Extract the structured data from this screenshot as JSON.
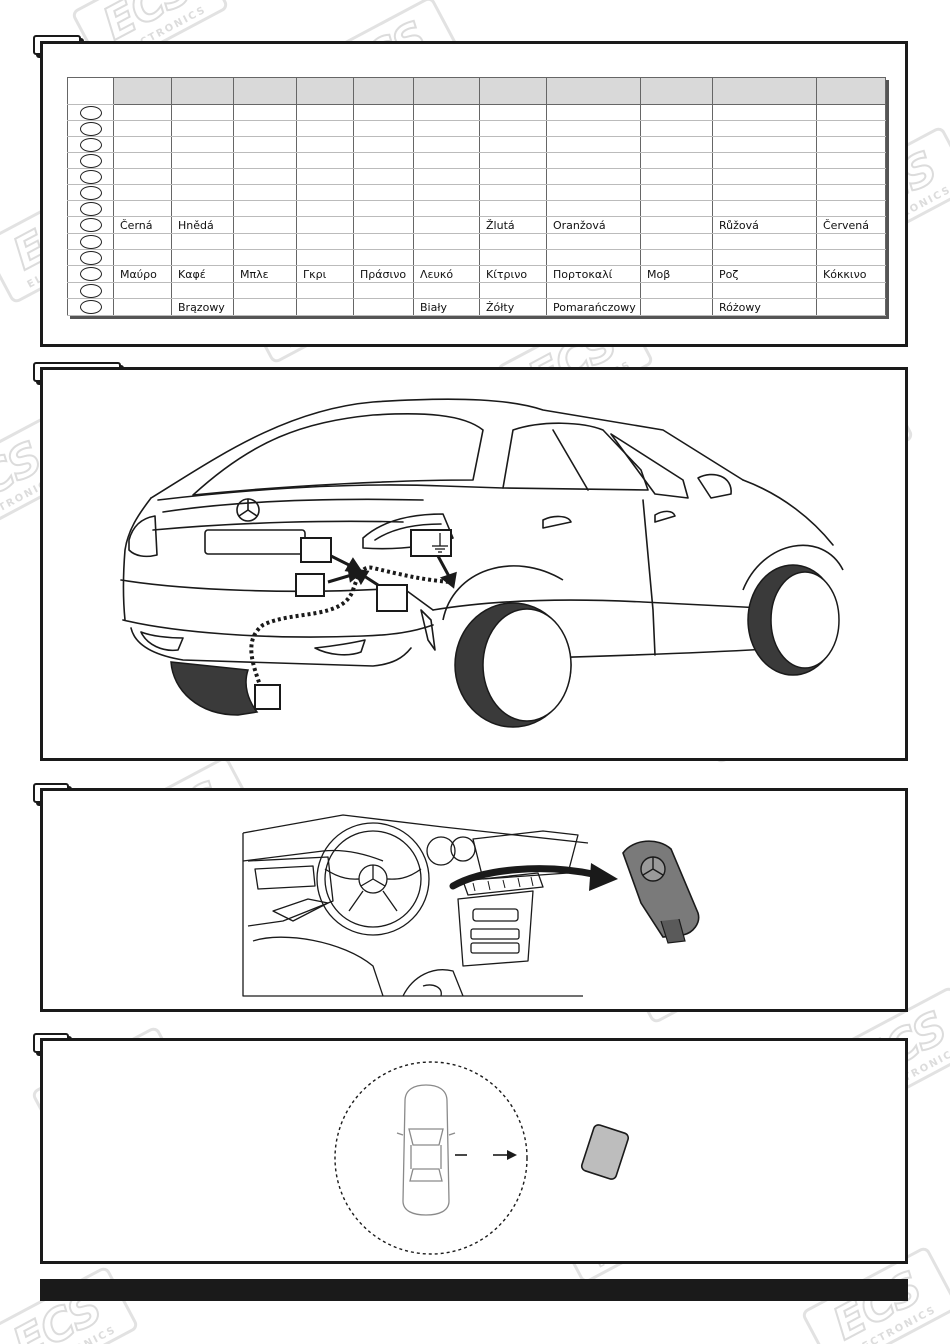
{
  "colour_table": {
    "rows": [
      {
        "cells": [
          "",
          "",
          "",
          "",
          "",
          "",
          "",
          "",
          "",
          "",
          ""
        ]
      },
      {
        "cells": [
          "",
          "",
          "",
          "",
          "",
          "",
          "",
          "",
          "",
          "",
          ""
        ]
      },
      {
        "cells": [
          "",
          "",
          "",
          "",
          "",
          "",
          "",
          "",
          "",
          "",
          ""
        ]
      },
      {
        "cells": [
          "",
          "",
          "",
          "",
          "",
          "",
          "",
          "",
          "",
          "",
          ""
        ]
      },
      {
        "cells": [
          "",
          "",
          "",
          "",
          "",
          "",
          "",
          "",
          "",
          "",
          ""
        ]
      },
      {
        "cells": [
          "",
          "",
          "",
          "",
          "",
          "",
          "",
          "",
          "",
          "",
          ""
        ]
      },
      {
        "cells": [
          "",
          "",
          "",
          "",
          "",
          "",
          "",
          "",
          "",
          "",
          ""
        ]
      },
      {
        "cells": [
          "Černá",
          "Hnědá",
          "",
          "",
          "",
          "",
          "Žlutá",
          "Oranžová",
          "",
          "Růžová",
          "Červená"
        ]
      },
      {
        "cells": [
          "",
          "",
          "",
          "",
          "",
          "",
          "",
          "",
          "",
          "",
          ""
        ]
      },
      {
        "cells": [
          "",
          "",
          "",
          "",
          "",
          "",
          "",
          "",
          "",
          "",
          ""
        ]
      },
      {
        "cells": [
          "Μαύρο",
          "Καφέ",
          "Μπλε",
          "Γκρι",
          "Πράσινο",
          "Λευκό",
          "Κίτρινο",
          "Πορτοκαλί",
          "Μοβ",
          "Ροζ",
          "Κόκκινο"
        ]
      },
      {
        "cells": [
          "",
          "",
          "",
          "",
          "",
          "",
          "",
          "",
          "",
          "",
          ""
        ]
      },
      {
        "cells": [
          "",
          "Brązowy",
          "",
          "",
          "",
          "Biały",
          "Żółty",
          "Pomarańczowy",
          "",
          "Różowy",
          ""
        ]
      }
    ]
  },
  "watermark": {
    "brand": "ECS",
    "sub": "ELECTRONICS"
  },
  "colors": {
    "ink": "#1a1a1a",
    "header_fill": "#d9d9d9",
    "tire": "#3a3a3a",
    "watermark": "#d8d8d8"
  },
  "icons": {
    "ground": "ground-symbol-icon",
    "key": "car-key-icon",
    "arrow": "arrow-right-icon"
  }
}
